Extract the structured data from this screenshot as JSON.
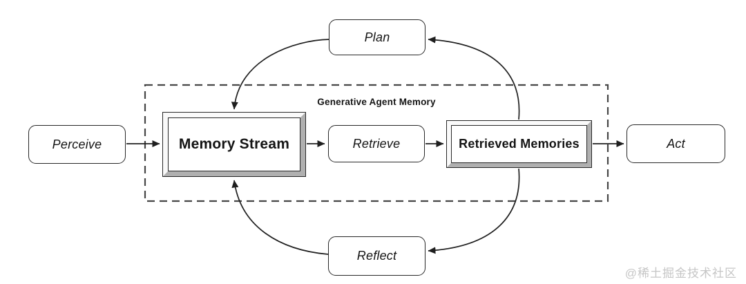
{
  "diagram": {
    "title": "Generative Agent Memory",
    "nodes": {
      "perceive": {
        "label": "Perceive",
        "shape": "rounded"
      },
      "plan": {
        "label": "Plan",
        "shape": "rounded"
      },
      "memory_stream": {
        "label": "Memory Stream",
        "shape": "beveled-3d"
      },
      "retrieve": {
        "label": "Retrieve",
        "shape": "rounded"
      },
      "retrieved_memories": {
        "label": "Retrieved Memories",
        "shape": "beveled-3d"
      },
      "act": {
        "label": "Act",
        "shape": "rounded"
      },
      "reflect": {
        "label": "Reflect",
        "shape": "rounded"
      }
    },
    "edges": [
      {
        "from": "perceive",
        "to": "memory_stream",
        "style": "straight"
      },
      {
        "from": "memory_stream",
        "to": "retrieve",
        "style": "straight"
      },
      {
        "from": "retrieve",
        "to": "retrieved_memories",
        "style": "straight"
      },
      {
        "from": "retrieved_memories",
        "to": "act",
        "style": "straight"
      },
      {
        "from": "retrieved_memories",
        "to": "plan",
        "style": "curved"
      },
      {
        "from": "plan",
        "to": "memory_stream",
        "style": "curved"
      },
      {
        "from": "retrieved_memories",
        "to": "reflect",
        "style": "curved"
      },
      {
        "from": "reflect",
        "to": "memory_stream",
        "style": "curved"
      }
    ],
    "boundary": {
      "label": "Generative Agent Memory",
      "style": "dashed"
    }
  },
  "watermark": {
    "text": "@稀土掘金技术社区"
  },
  "colors": {
    "background": "#ffffff",
    "stroke": "#1f1f1f",
    "dashed-border": "#454545",
    "box-border": "#262626",
    "bevel-light": "#fafafa",
    "bevel-shadow": "#b0b0b0",
    "text": "#141414",
    "watermark": "#c6c6c6"
  }
}
